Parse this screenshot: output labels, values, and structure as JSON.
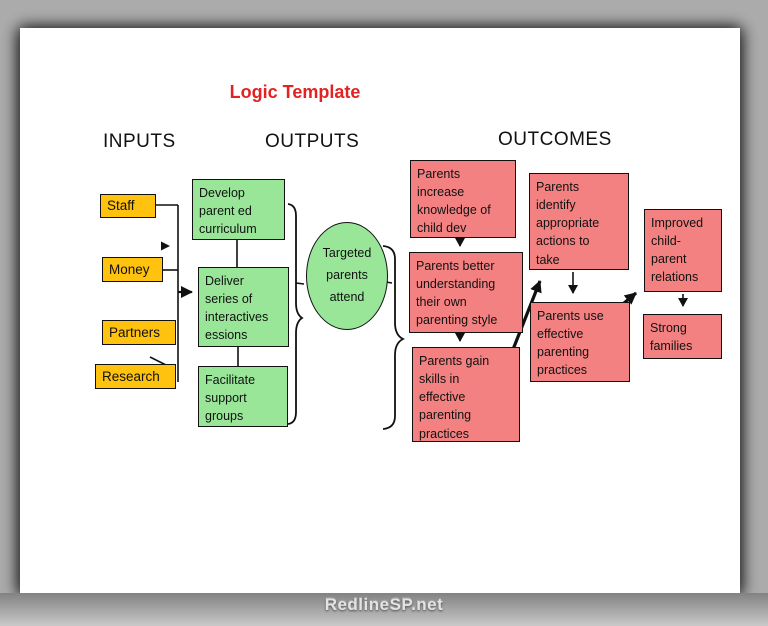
{
  "title": "Logic Template",
  "columns": {
    "inputs": "INPUTS",
    "outputs": "OUTPUTS",
    "outcomes": "OUTCOMES"
  },
  "inputs": {
    "items": [
      {
        "label": "Staff"
      },
      {
        "label": "Money"
      },
      {
        "label": "Partners"
      },
      {
        "label": "Research"
      }
    ]
  },
  "outputs": {
    "boxes": [
      {
        "text": "Develop\nparent ed\ncurriculum"
      },
      {
        "text": "Deliver\nseries of\ninteractives\nessions"
      },
      {
        "text": "Facilitate\nsupport\ngroups"
      }
    ],
    "ellipse": "Targeted\nparents\nattend"
  },
  "outcomes": {
    "boxes": [
      {
        "text": "Parents\nincrease\nknowledge of\nchild dev"
      },
      {
        "text": "Parents better\nunderstanding\ntheir own\nparenting style"
      },
      {
        "text": "Parents gain\nskills in\neffective\nparenting\npractices"
      },
      {
        "text": "Parents\nidentify\nappropriate\nactions to\ntake"
      },
      {
        "text": "Parents use\neffective\nparenting\npractices"
      },
      {
        "text": "Improved\nchild-\nparent\nrelations"
      },
      {
        "text": "Strong\nfamilies"
      }
    ]
  },
  "watermark": "RedlineSP.net",
  "colors": {
    "input_fill": "#ffc20e",
    "output_fill": "#99e699",
    "outcome_fill": "#f48181",
    "title_color": "#e32222",
    "canvas_bg": "#ababab",
    "page_bg": "#ffffff",
    "ink": "#111111"
  }
}
